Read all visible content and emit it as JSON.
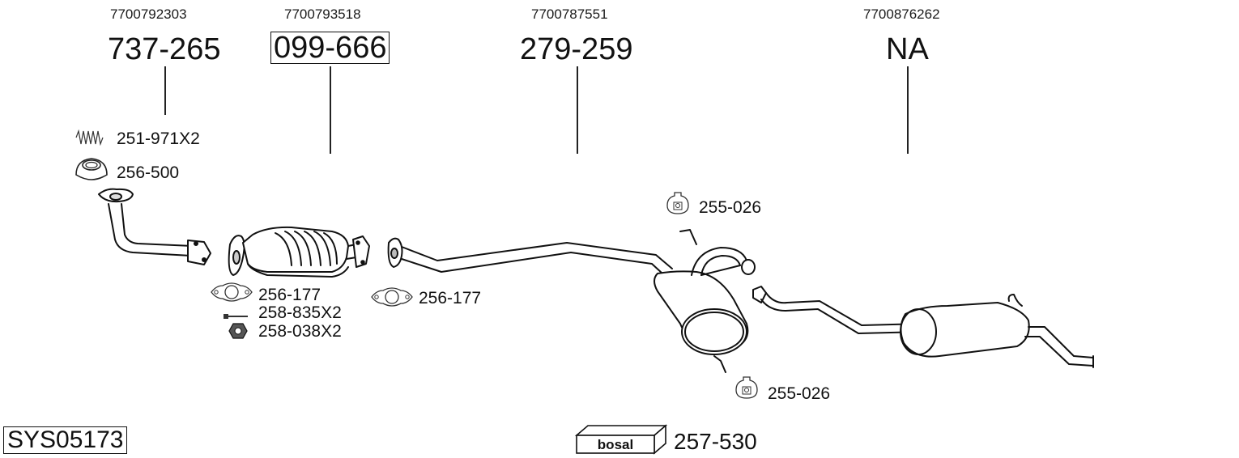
{
  "diagram": {
    "system_code": "SYS05173",
    "brand": "bosal",
    "columns": [
      {
        "oem": "7700792303",
        "part": "737-265",
        "boxed": false,
        "component": "front-pipe"
      },
      {
        "oem": "7700793518",
        "part": "099-666",
        "boxed": true,
        "component": "catalytic-converter"
      },
      {
        "oem": "7700787551",
        "part": "279-259",
        "boxed": false,
        "component": "middle-silencer"
      },
      {
        "oem": "7700876262",
        "part": "NA",
        "boxed": false,
        "component": "rear-silencer"
      }
    ],
    "accessories": [
      {
        "part": "251-971X2",
        "icon": "spring-icon"
      },
      {
        "part": "256-500",
        "icon": "sealing-ring-icon"
      },
      {
        "part": "256-177",
        "icon": "gasket-icon"
      },
      {
        "part": "258-835X2",
        "icon": "bolt-icon"
      },
      {
        "part": "258-038X2",
        "icon": "nut-icon"
      },
      {
        "part": "256-177",
        "icon": "gasket-icon"
      },
      {
        "part": "255-026",
        "icon": "rubber-mount-icon"
      },
      {
        "part": "255-026",
        "icon": "rubber-mount-icon"
      },
      {
        "part": "257-530",
        "icon": "bosal-box-icon"
      }
    ]
  }
}
